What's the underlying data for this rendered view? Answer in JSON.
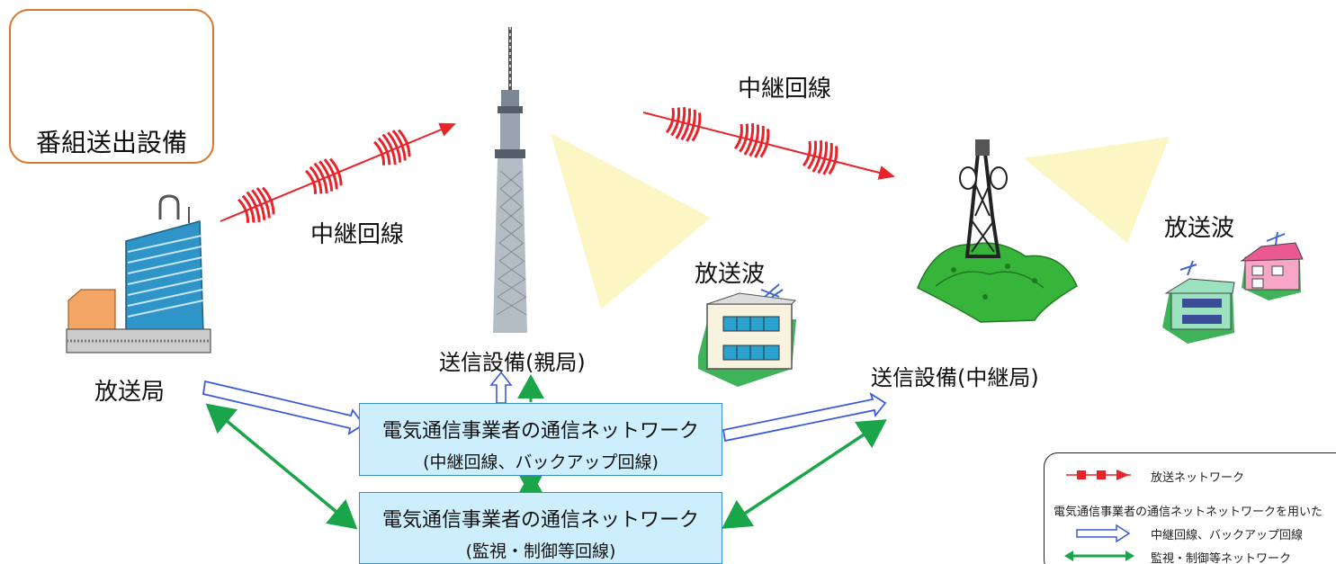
{
  "labels": {
    "studio": "番組送出設備",
    "relay_line_left": "中継回線",
    "relay_line_top": "中継回線",
    "broadcast_wave_center": "放送波",
    "broadcast_wave_right": "放送波",
    "broadcast_station": "放送局",
    "transmitter_parent": "送信設備(親局)",
    "transmitter_relay": "送信設備(中継局)"
  },
  "network_boxes": [
    {
      "line1": "電気通信事業者の通信ネットワーク",
      "line2": "(中継回線、バックアップ回線)"
    },
    {
      "line1": "電気通信事業者の通信ネットワーク",
      "line2": "(監視・制御等回線)"
    }
  ],
  "legend": {
    "broadcast_network": "放送ネットワーク",
    "heading": "電気通信事業者の通信ネットネットワークを用いた",
    "relay_backup": "中継回線、バックアップ回線",
    "monitor_control": "監視・制御等ネットワーク"
  },
  "colors": {
    "broadcast_red": "#e8232a",
    "relay_blue": "#3a5bd9",
    "monitor_green": "#1aa54a",
    "box_fill": "#cdeefd",
    "beam_yellow": "#fbf6c4",
    "mountain_green": "#37b53a",
    "studio_border": "#d9762b"
  },
  "icons": [
    "studio-control-console-icon",
    "broadcast-station-building-icon",
    "broadcast-tower-icon",
    "relay-tower-on-mountain-icon",
    "school-building-icon",
    "house-icon"
  ]
}
